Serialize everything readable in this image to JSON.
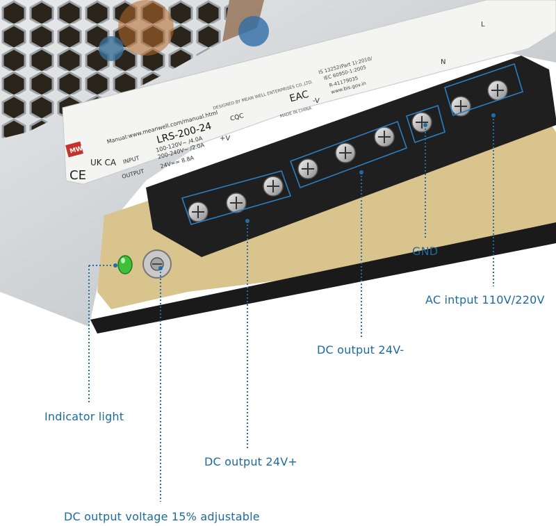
{
  "theme": {
    "accent": "#1e6fa8",
    "label_color": "#1c6a9f",
    "led_color": "#3fbf3a",
    "board_color": "#d9c48e",
    "terminal_color": "#1f1f1f"
  },
  "product_label": {
    "model": "LRS-200-24",
    "manual": "Manual:www.meanwell.com/manual.html",
    "input_label": "INPUT",
    "input_line1": "100-120V~ /4.0A",
    "input_line2": "200-240V~ /2.0A",
    "output_label": "OUTPUT",
    "output_value": "24V== 8.8A",
    "designer": "DESIGNED BY MEAN WELL ENTERPRISES CO.,LTD.",
    "standard_1": "IS 13252(Part 1):2010/",
    "standard_2": "IEC 60950-1:2005",
    "registration": "R-41179035",
    "website": "www.bis.gov.in",
    "made_in": "MADE IN CHINA",
    "brand": "MW",
    "ce_mark": "CE",
    "ukca_mark": "UK CA",
    "cqc_mark": "CQC",
    "eac_mark": "EAC"
  },
  "terminals": {
    "plus_label": "+V",
    "minus_label": "-V",
    "n_label": "N",
    "l_label": "L"
  },
  "callouts": {
    "indicator": "Indicator light",
    "dc_plus": "DC  output 24V+",
    "dc_minus": "DC  output 24V-",
    "gnd": "GND",
    "ac_input": "AC  intput 110V/220V",
    "voltage_adjust": "DC output voltage 15% adjustable"
  }
}
